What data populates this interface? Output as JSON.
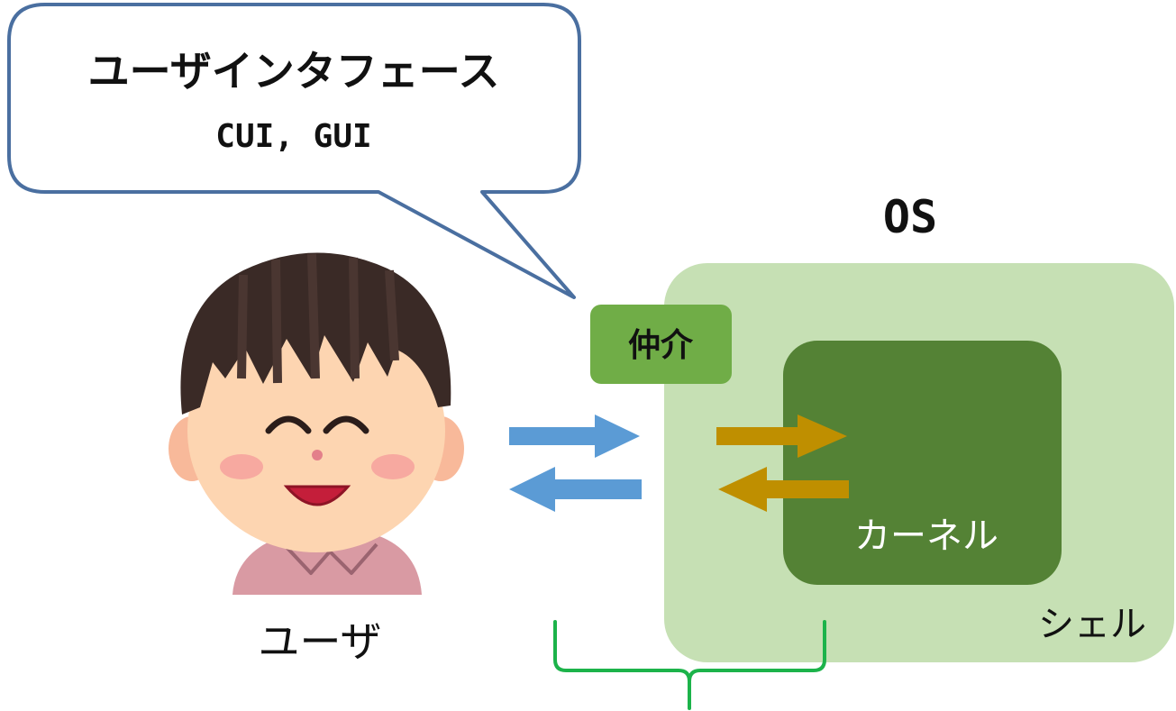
{
  "bubble": {
    "title": "ユーザインタフェース",
    "subtitle": "CUI, GUI"
  },
  "os": {
    "label": "OS"
  },
  "mediator": {
    "label": "仲介"
  },
  "kernel": {
    "label": "カーネル"
  },
  "shell": {
    "label": "シェル"
  },
  "user": {
    "label": "ユーザ"
  },
  "colors": {
    "bubble_border": "#4a6fa0",
    "os_fill": "#c6e0b4",
    "kernel_fill": "#548235",
    "mediator_fill": "#70ad47",
    "user_arrow": "#5b9bd5",
    "kernel_arrow": "#bf8f00",
    "brace": "#1cb34a"
  }
}
